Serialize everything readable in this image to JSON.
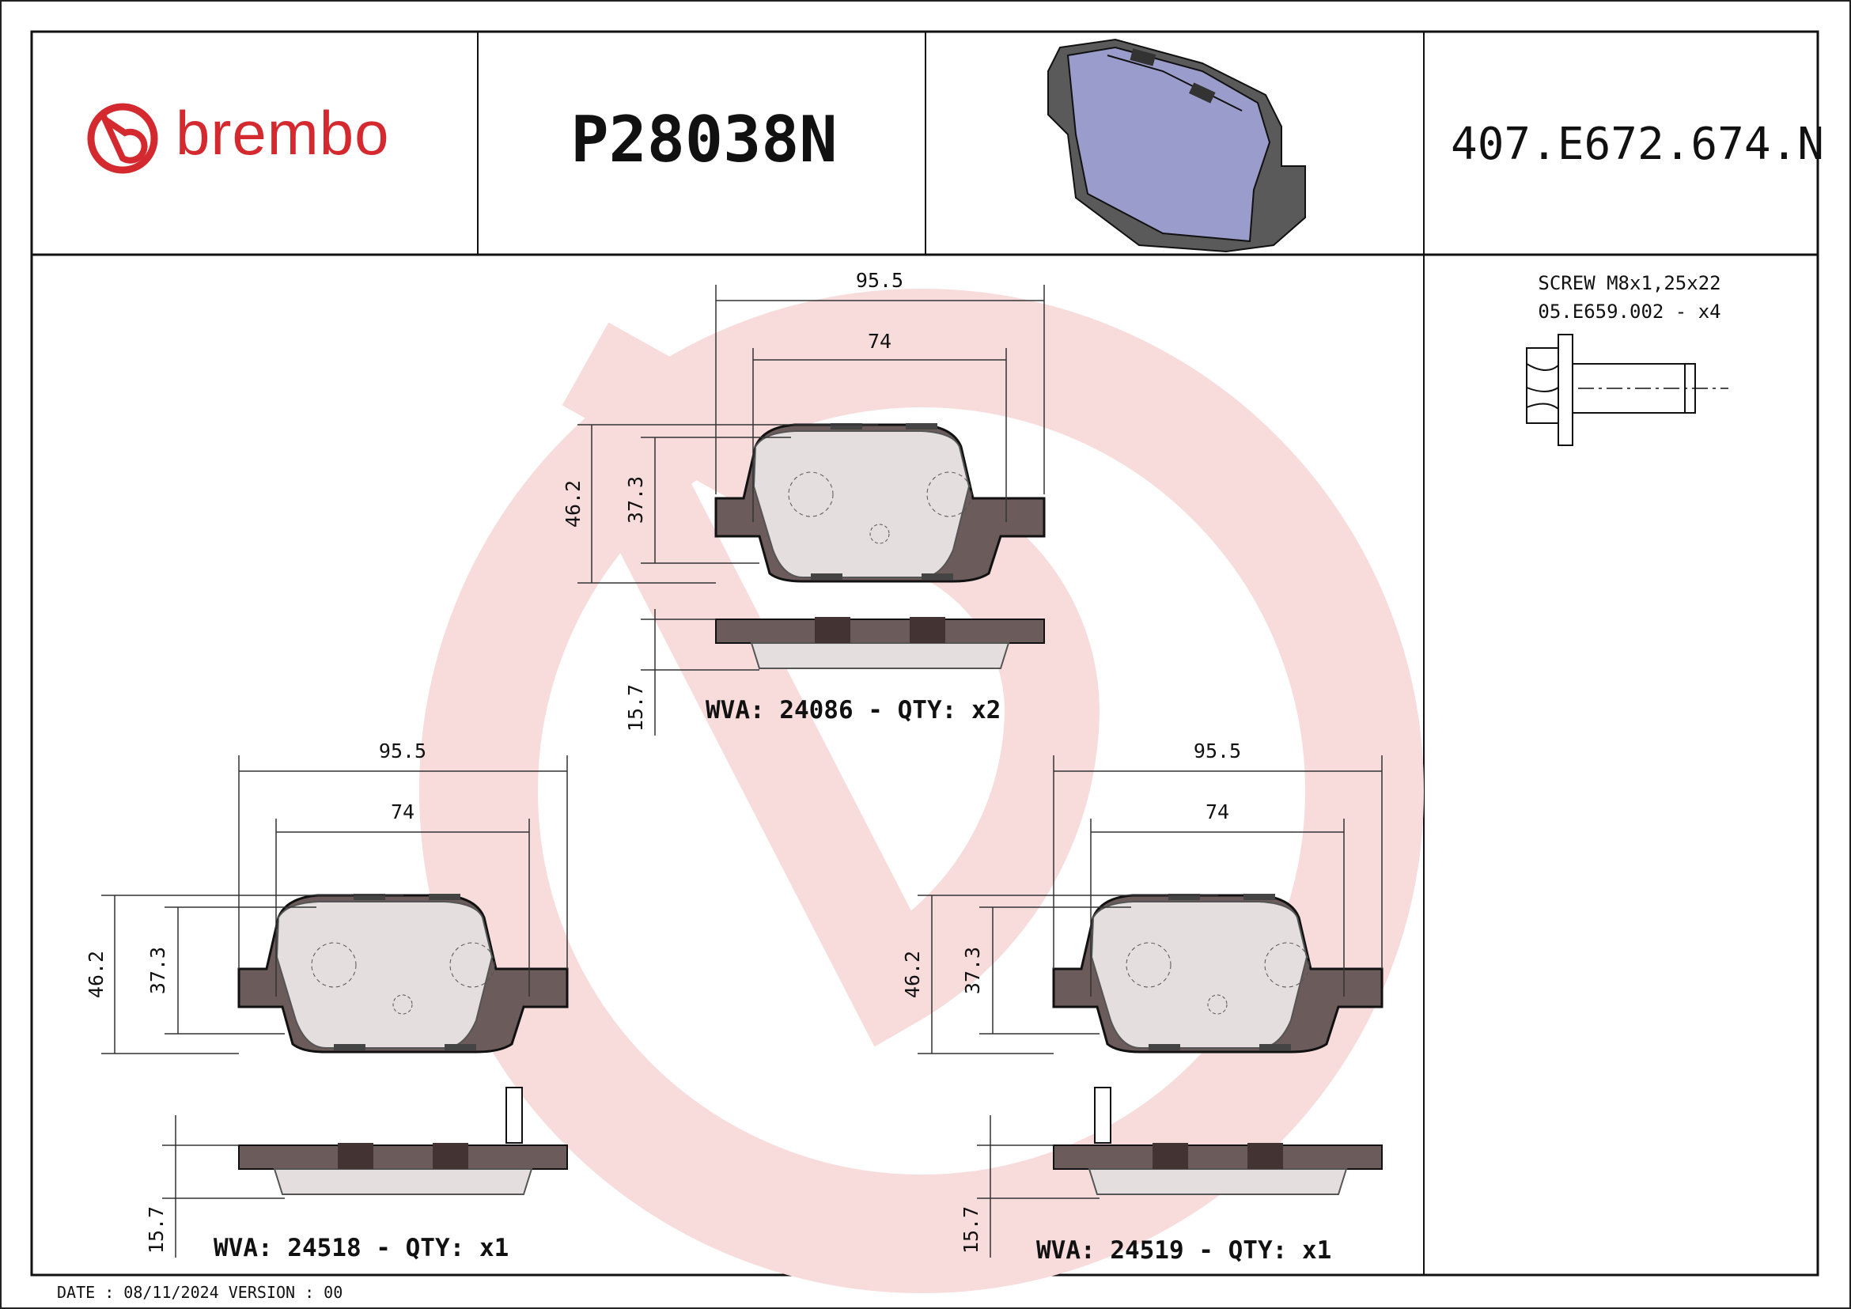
{
  "brand": {
    "name": "brembo",
    "color": "#d42a2f"
  },
  "header": {
    "part_number": "P28038N",
    "reference": "407.E672.674.N"
  },
  "screw": {
    "line1": "SCREW M8x1,25x22",
    "line2": "05.E659.002 - x4"
  },
  "pads": [
    {
      "wva_line": "WVA: 24086 - QTY: x2",
      "width": "95.5",
      "inner_width": "74",
      "height": "46.2",
      "inner_height": "37.3",
      "thickness": "15.7"
    },
    {
      "wva_line": "WVA: 24518 - QTY: x1",
      "width": "95.5",
      "inner_width": "74",
      "height": "46.2",
      "inner_height": "37.3",
      "thickness": "15.7"
    },
    {
      "wva_line": "WVA: 24519 - QTY: x1",
      "width": "95.5",
      "inner_width": "74",
      "height": "46.2",
      "inner_height": "37.3",
      "thickness": "15.7"
    }
  ],
  "footer": {
    "text": "DATE : 08/11/2024 VERSION : 00"
  }
}
